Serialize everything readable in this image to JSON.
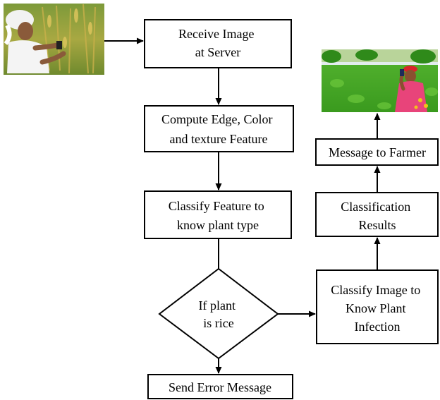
{
  "nodes": {
    "receive_image": {
      "lines": [
        "Receive Image",
        "at Server"
      ]
    },
    "compute_features": {
      "lines": [
        "Compute Edge, Color",
        "and texture Feature"
      ]
    },
    "classify_feature": {
      "lines": [
        "Classify Feature to",
        "know plant type"
      ]
    },
    "decision_rice": {
      "lines": [
        "If plant",
        "is rice"
      ]
    },
    "send_error": {
      "lines": [
        "Send Error Message"
      ]
    },
    "classify_infection": {
      "lines": [
        "Classify Image to",
        "Know Plant",
        "Infection"
      ]
    },
    "classification_results": {
      "lines": [
        "Classification",
        "Results"
      ]
    },
    "message_farmer": {
      "lines": [
        "Message to Farmer"
      ]
    }
  },
  "photos": {
    "farmer_rice_field": {
      "icon": "farmer-photographing-crop-photo"
    },
    "farmer_receiving_message": {
      "icon": "farmer-with-phone-photo"
    }
  },
  "edges": [
    {
      "from": "farmer_rice_field",
      "to": "receive_image"
    },
    {
      "from": "receive_image",
      "to": "compute_features"
    },
    {
      "from": "compute_features",
      "to": "classify_feature"
    },
    {
      "from": "classify_feature",
      "to": "decision_rice"
    },
    {
      "from": "decision_rice",
      "to": "send_error"
    },
    {
      "from": "decision_rice",
      "to": "classify_infection"
    },
    {
      "from": "classify_infection",
      "to": "classification_results"
    },
    {
      "from": "classification_results",
      "to": "message_farmer"
    },
    {
      "from": "message_farmer",
      "to": "farmer_receiving_message"
    }
  ]
}
